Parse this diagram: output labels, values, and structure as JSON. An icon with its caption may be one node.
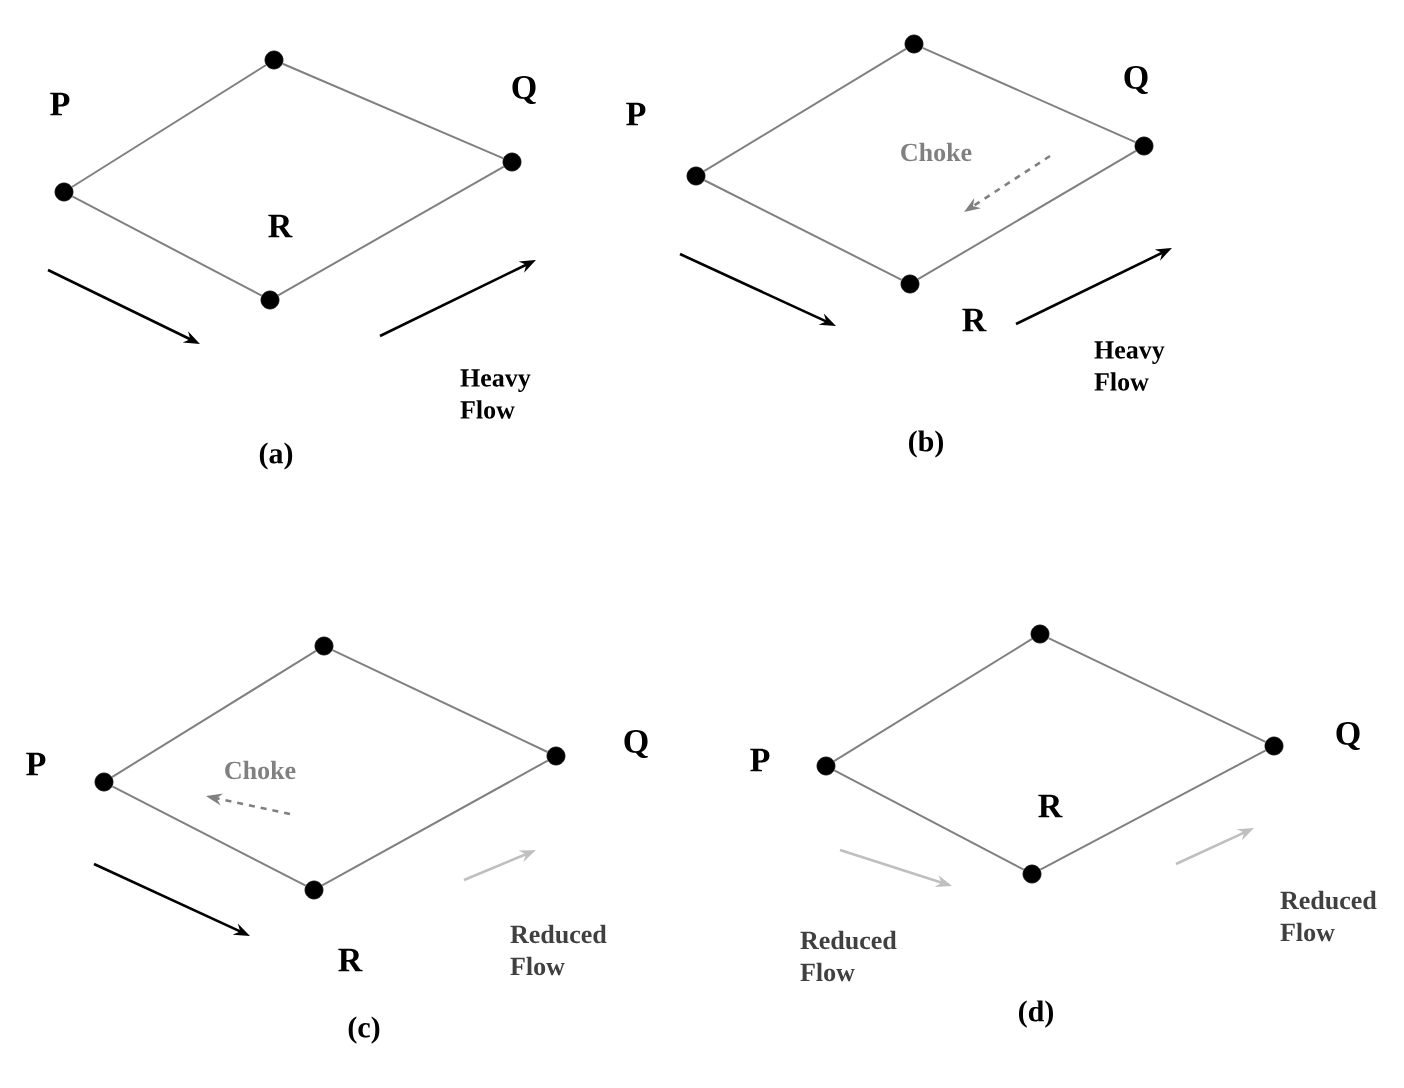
{
  "diagram": {
    "nodes": [
      {
        "text": [],
        "shape": "circle"
      },
      {
        "text": [],
        "shape": "circle",
        "beside": [
          "P"
        ]
      },
      {
        "text": [],
        "shape": "circle",
        "beside": [
          "Q"
        ]
      },
      {
        "text": [],
        "shape": "circle",
        "beside": [
          "R"
        ]
      },
      {
        "text": [],
        "shape": "circle"
      },
      {
        "text": [],
        "shape": "circle",
        "beside": [
          "P"
        ]
      },
      {
        "text": [],
        "shape": "circle",
        "beside": [
          "Q"
        ]
      },
      {
        "text": [],
        "shape": "circle",
        "beside": [
          "R"
        ]
      },
      {
        "text": [],
        "shape": "circle"
      },
      {
        "text": [],
        "shape": "circle",
        "beside": [
          "P"
        ]
      },
      {
        "text": [],
        "shape": "circle",
        "beside": [
          "Q"
        ]
      },
      {
        "text": [],
        "shape": "circle",
        "beside": [
          "R"
        ]
      },
      {
        "text": [],
        "shape": "circle"
      },
      {
        "text": [],
        "shape": "circle",
        "beside": [
          "P"
        ]
      },
      {
        "text": [],
        "shape": "circle",
        "beside": [
          "Q"
        ]
      },
      {
        "text": [],
        "shape": "circle",
        "beside": [
          "R"
        ]
      }
    ],
    "edges": [
      {
        "from": 1,
        "to": 0,
        "arrow": "none"
      },
      {
        "from": 0,
        "to": 2,
        "arrow": "none"
      },
      {
        "from": 1,
        "to": 3,
        "arrow": "none"
      },
      {
        "from": 3,
        "to": 2,
        "arrow": "none"
      },
      {
        "from": 5,
        "to": 4,
        "arrow": "none"
      },
      {
        "from": 4,
        "to": 6,
        "arrow": "none"
      },
      {
        "from": 5,
        "to": 7,
        "arrow": "none"
      },
      {
        "from": 7,
        "to": 6,
        "arrow": "none"
      },
      {
        "from": 9,
        "to": 8,
        "arrow": "none"
      },
      {
        "from": 8,
        "to": 10,
        "arrow": "none"
      },
      {
        "from": 9,
        "to": 11,
        "arrow": "none"
      },
      {
        "from": 11,
        "to": 10,
        "arrow": "none"
      },
      {
        "from": 13,
        "to": 12,
        "arrow": "none"
      },
      {
        "from": 12,
        "to": 14,
        "arrow": "none"
      },
      {
        "from": 13,
        "to": 15,
        "arrow": "none"
      },
      {
        "from": 15,
        "to": 14,
        "arrow": "none"
      }
    ],
    "labels": [
      "Heavy Flow",
      "(a)",
      "Choke",
      "Heavy Flow",
      "(b)",
      "Choke",
      "Reduced Flow",
      "(c)",
      "Reduced Flow",
      "Reduced Flow",
      "(d)"
    ]
  }
}
